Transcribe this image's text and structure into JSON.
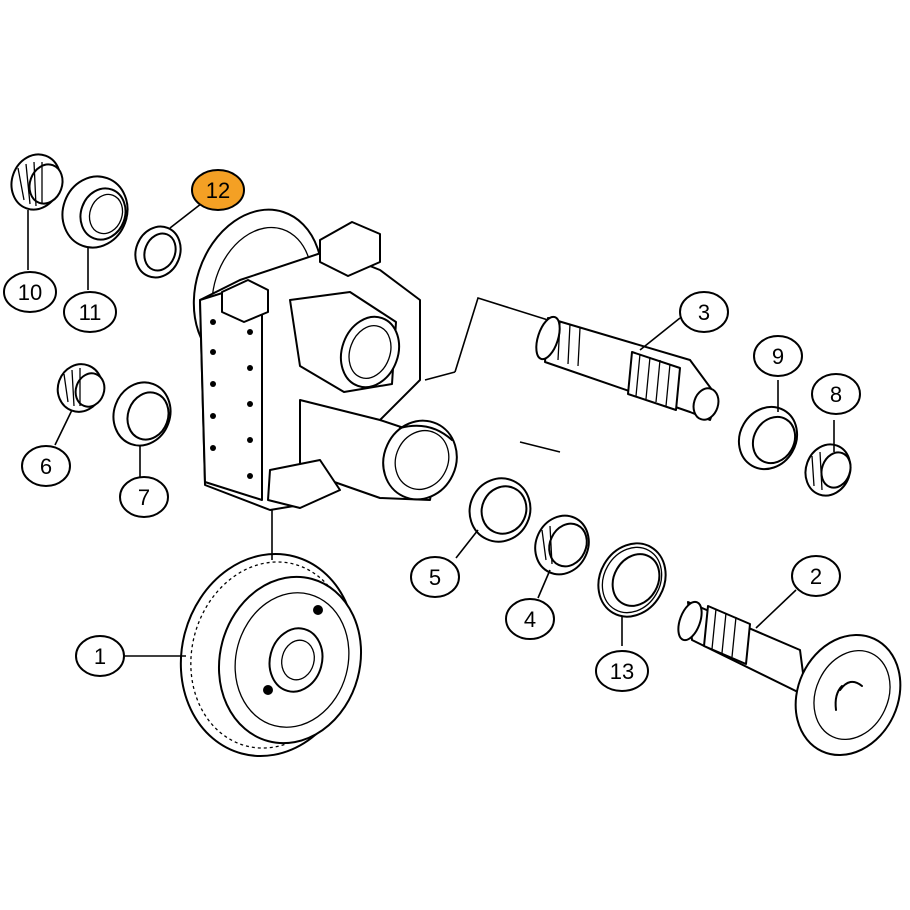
{
  "highlight_color": "#f4a024",
  "callouts": [
    {
      "id": "1",
      "label": "1",
      "highlighted": false
    },
    {
      "id": "2",
      "label": "2",
      "highlighted": false
    },
    {
      "id": "3",
      "label": "3",
      "highlighted": false
    },
    {
      "id": "4",
      "label": "4",
      "highlighted": false
    },
    {
      "id": "5",
      "label": "5",
      "highlighted": false
    },
    {
      "id": "6",
      "label": "6",
      "highlighted": false
    },
    {
      "id": "7",
      "label": "7",
      "highlighted": false
    },
    {
      "id": "8",
      "label": "8",
      "highlighted": false
    },
    {
      "id": "9",
      "label": "9",
      "highlighted": false
    },
    {
      "id": "10",
      "label": "10",
      "highlighted": false
    },
    {
      "id": "11",
      "label": "11",
      "highlighted": false
    },
    {
      "id": "12",
      "label": "12",
      "highlighted": true
    },
    {
      "id": "13",
      "label": "13",
      "highlighted": false
    }
  ]
}
